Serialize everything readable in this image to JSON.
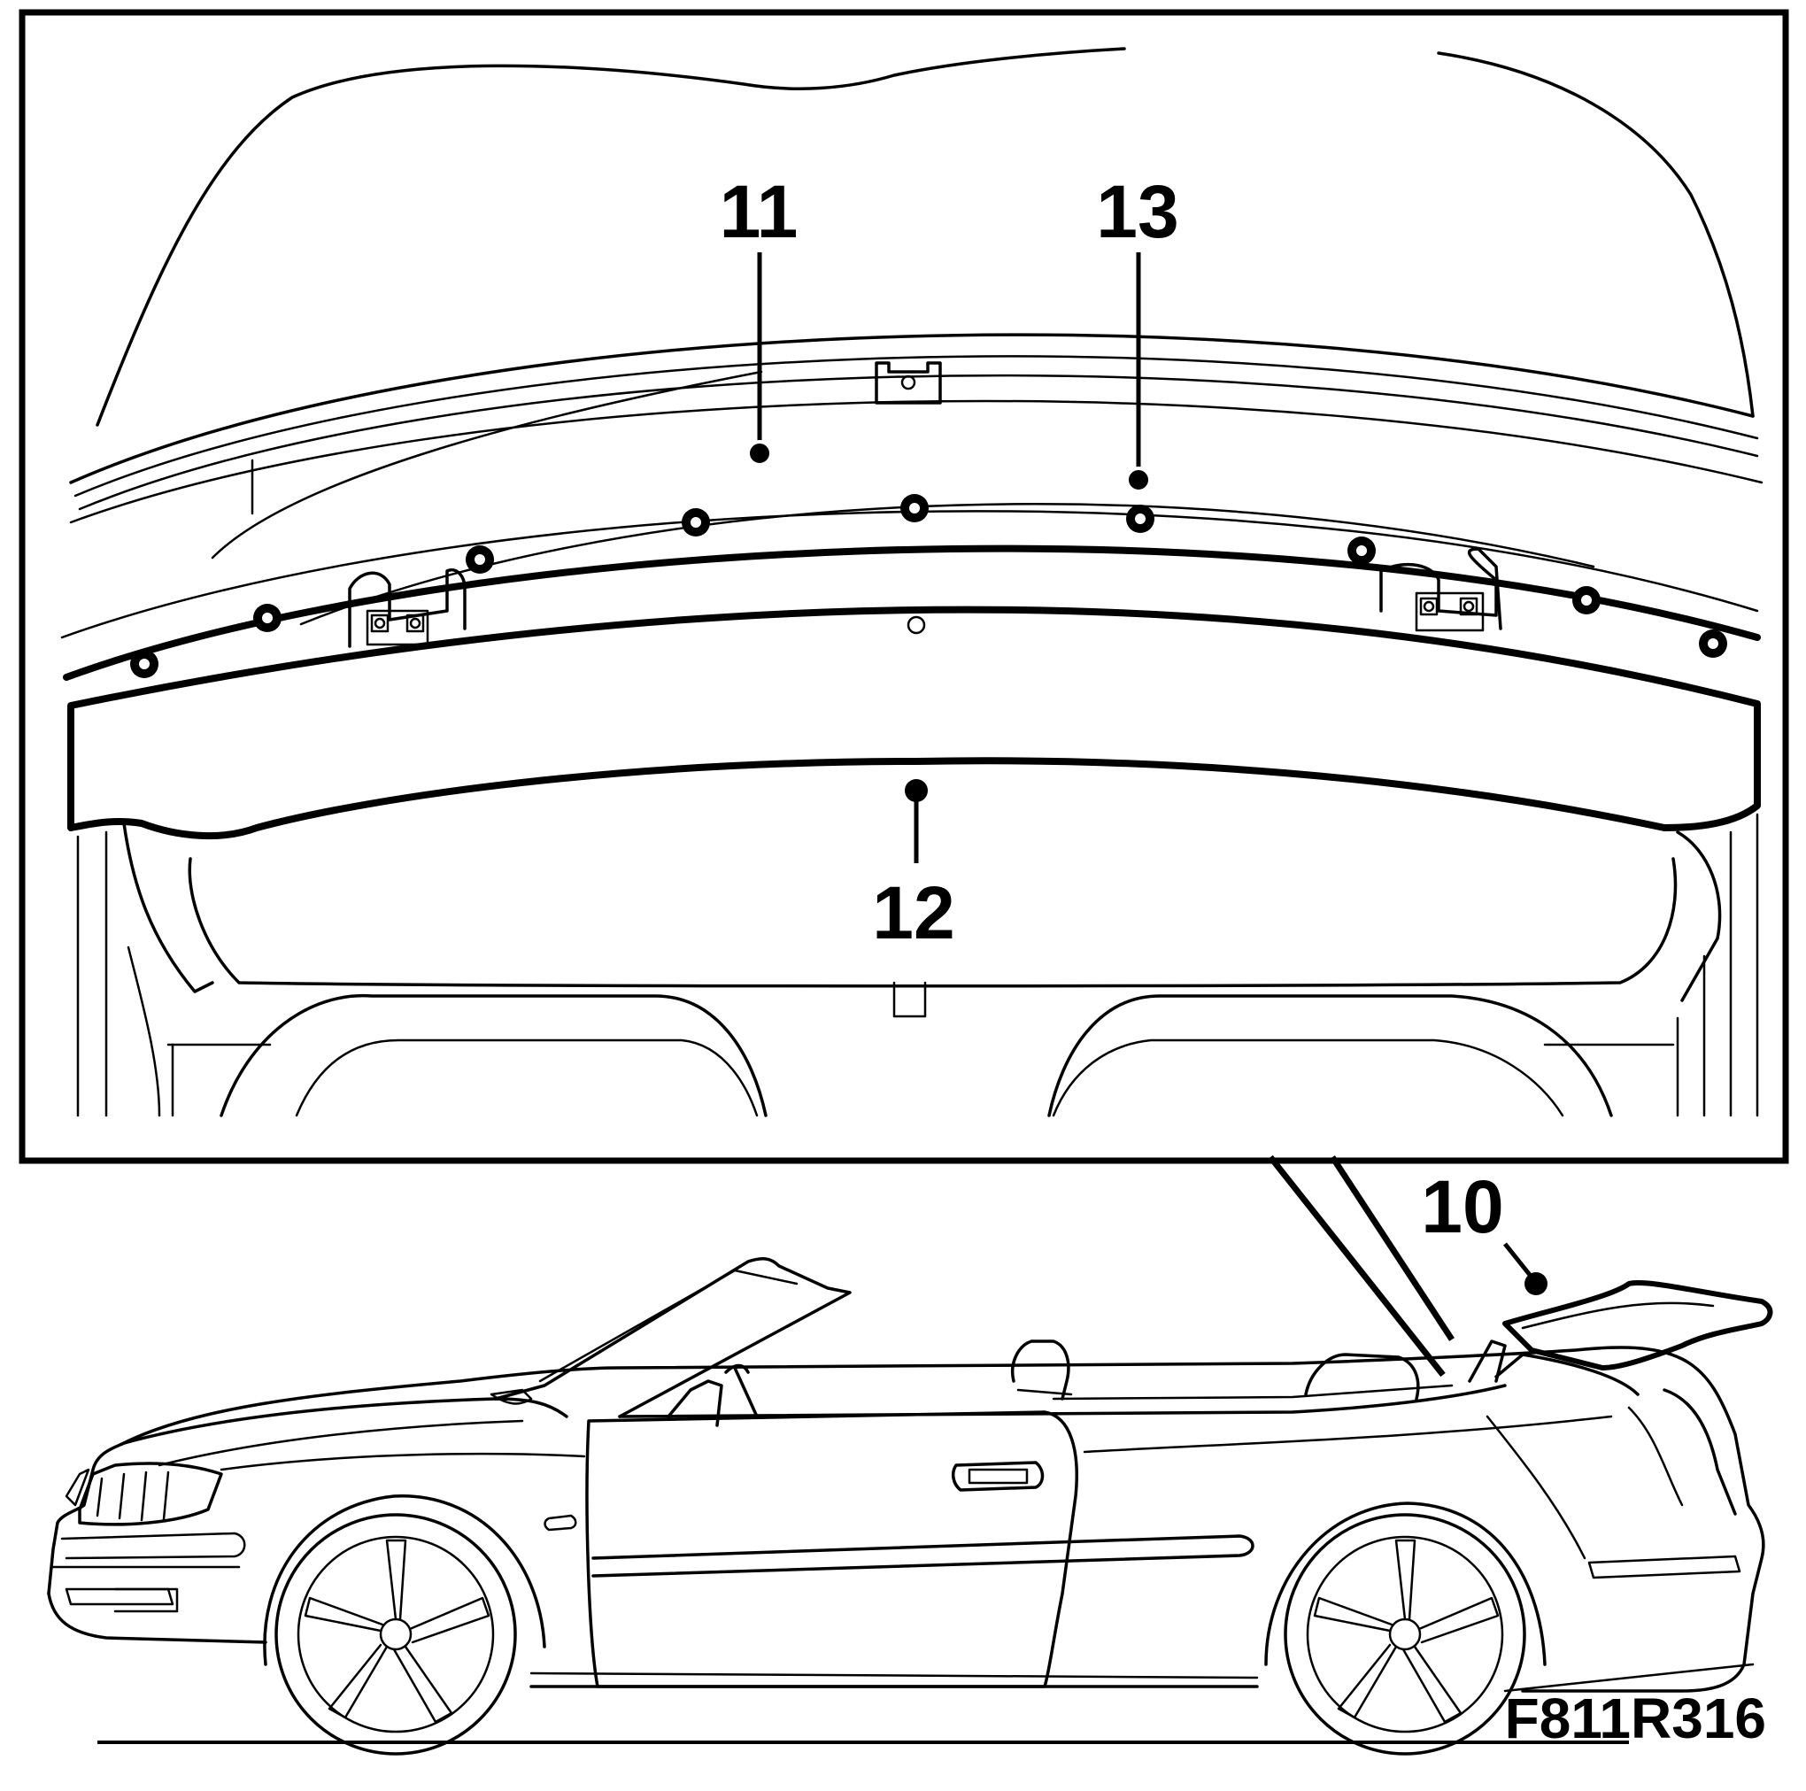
{
  "figure": {
    "callouts": [
      {
        "id": "10",
        "label": "10"
      },
      {
        "id": "11",
        "label": "11"
      },
      {
        "id": "12",
        "label": "12"
      },
      {
        "id": "13",
        "label": "13"
      }
    ],
    "reference_code": "F811R316"
  }
}
